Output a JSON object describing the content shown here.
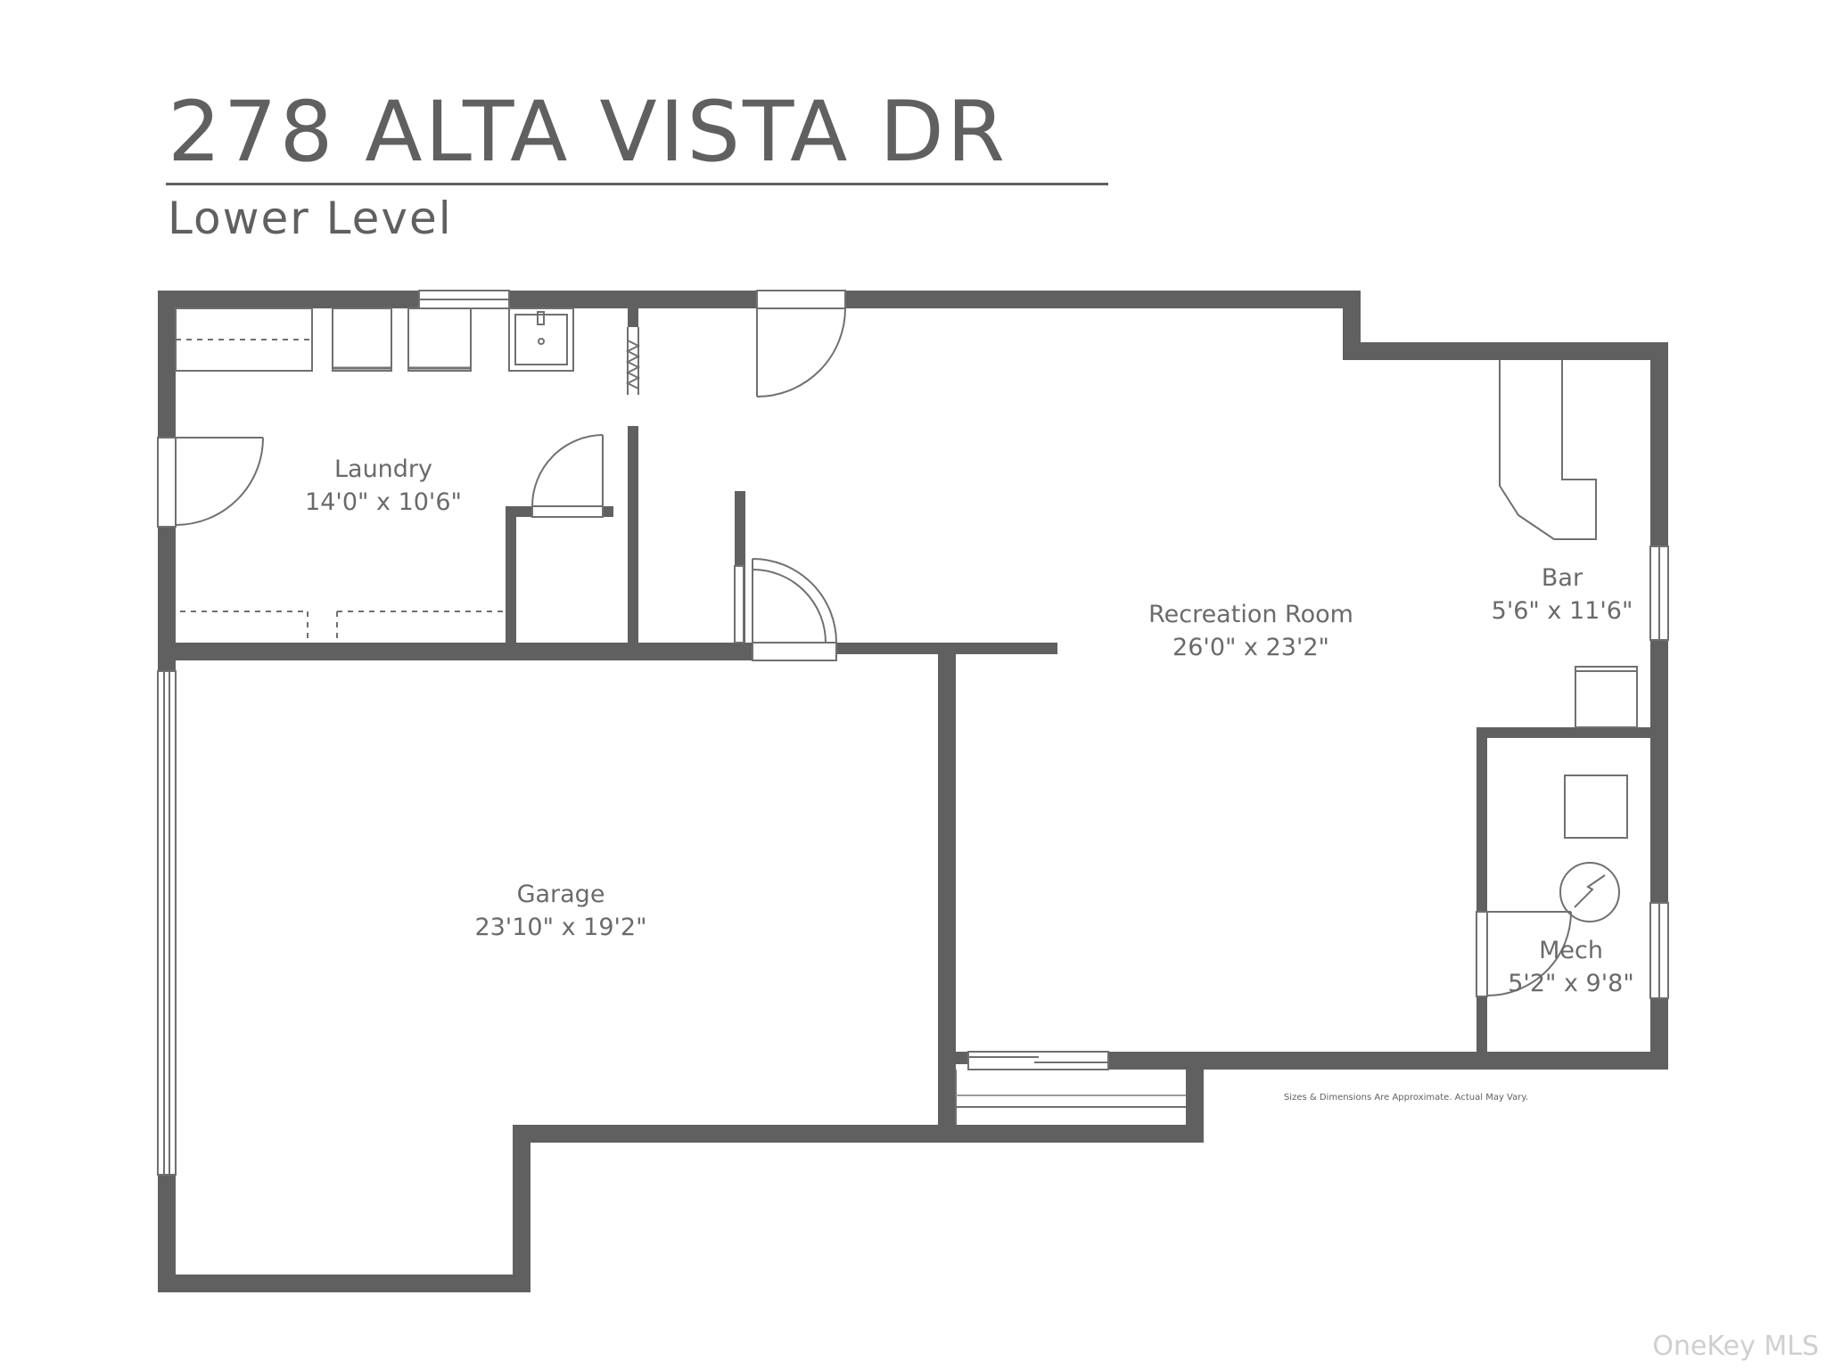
{
  "header": {
    "title": "278 ALTA VISTA DR",
    "subtitle": "Lower Level"
  },
  "rooms": {
    "laundry": {
      "name": "Laundry",
      "size": "14'0\" x 10'6\""
    },
    "recreation": {
      "name": "Recreation Room",
      "size": "26'0\" x 23'2\""
    },
    "bar": {
      "name": "Bar",
      "size": "5'6\" x 11'6\""
    },
    "garage": {
      "name": "Garage",
      "size": "23'10\" x 19'2\""
    },
    "mech": {
      "name": "Mech",
      "size": "5'2\" x 9'8\""
    }
  },
  "disclaimer": "Sizes & Dimensions Are Approximate. Actual May Vary.",
  "credit": "OneKey MLS",
  "colors": {
    "wall": "#606060",
    "line": "#707070",
    "text": "#6a6a6a"
  }
}
